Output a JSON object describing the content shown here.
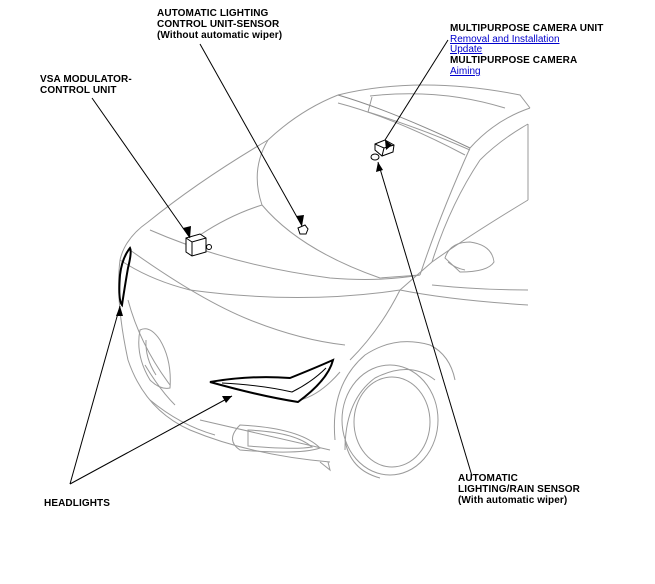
{
  "labels": {
    "automatic_lighting_sensor": {
      "line1": "AUTOMATIC LIGHTING",
      "line2": "CONTROL UNIT-SENSOR",
      "line3": "(Without automatic wiper)"
    },
    "vsa_modulator": {
      "line1": "VSA MODULATOR-",
      "line2": "CONTROL UNIT"
    },
    "multipurpose_camera_unit": {
      "title": "MULTIPURPOSE CAMERA UNIT",
      "link1": "Removal and Installation",
      "link2": "Update"
    },
    "multipurpose_camera": {
      "title": "MULTIPURPOSE CAMERA",
      "link1": "Aiming"
    },
    "automatic_lighting_rain_sensor": {
      "line1": "AUTOMATIC",
      "line2": "LIGHTING/RAIN SENSOR",
      "line3": "(With automatic wiper)"
    },
    "headlights": "HEADLIGHTS"
  }
}
